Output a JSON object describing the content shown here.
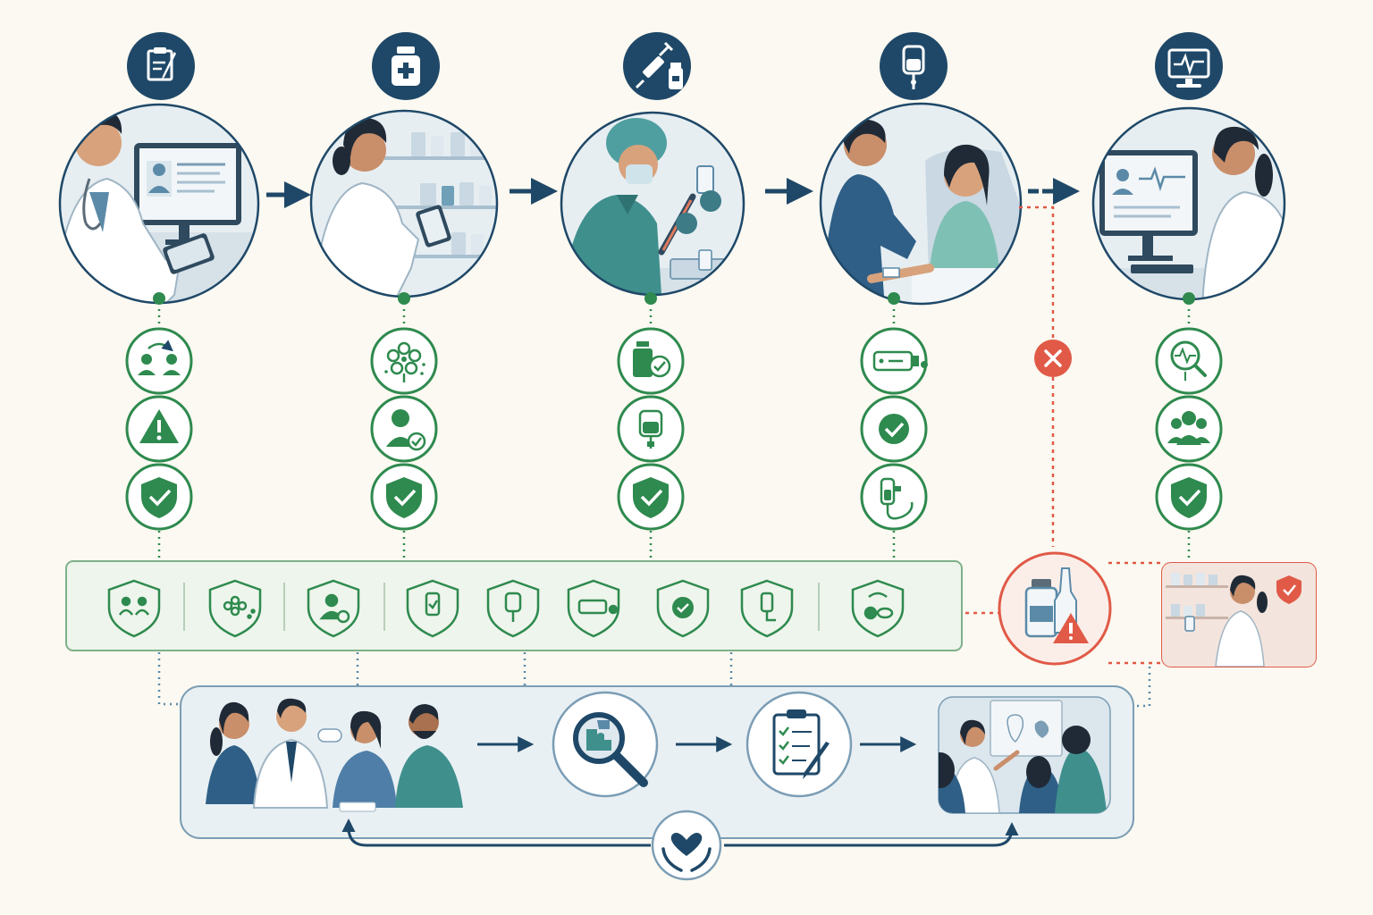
{
  "colors": {
    "navy": "#1f4868",
    "steel": "#5b8aa8",
    "green": "#2e8a4e",
    "green_light": "#eef5ec",
    "red": "#e05a47",
    "red_light": "#fbeee9",
    "panel_blue": "#e9f0f3",
    "background": "#fbf9f1"
  },
  "stages": [
    {
      "key": "prescribing",
      "badge_icon": "clipboard-pen-icon",
      "scene": "doctor-at-computer-with-tablet",
      "checks": [
        "patient-handoff-icon",
        "warning-triangle-icon",
        "shield-check-icon"
      ]
    },
    {
      "key": "dispensing",
      "badge_icon": "medicine-bottle-icon",
      "scene": "pharmacist-with-tablet-at-shelves",
      "checks": [
        "allergy-flower-icon",
        "patient-verified-icon",
        "shield-check-icon"
      ]
    },
    {
      "key": "preparation",
      "badge_icon": "syringe-vial-icon",
      "scene": "nurse-drawing-syringe",
      "checks": [
        "vial-check-icon",
        "iv-bag-icon",
        "shield-check-icon"
      ]
    },
    {
      "key": "administration",
      "badge_icon": "iv-drip-icon",
      "scene": "nurse-with-patient-in-bed",
      "checks": [
        "wristband-scan-icon",
        "check-circle-icon",
        "infusion-pump-icon"
      ]
    },
    {
      "key": "monitoring",
      "badge_icon": "heart-monitor-icon",
      "scene": "clinician-viewing-monitor",
      "checks": [
        "monitor-magnifier-icon",
        "team-icon",
        "shield-check-icon"
      ]
    }
  ],
  "safeguards_bar": [
    "shield-team-icon",
    "shield-allergy-icon",
    "shield-patient-icon",
    "shield-vial-icon",
    "shield-iv-bag-icon",
    "shield-wristband-icon",
    "shield-check-icon",
    "shield-infusion-icon",
    "shield-pills-icon"
  ],
  "error_path": {
    "marker_icon": "error-x-icon",
    "alert_icon": "vial-warning-icon",
    "interception_scene": "pharmacist-holding-vial",
    "interception_icon": "shield-check-icon"
  },
  "learning_loop": {
    "steps": [
      "team-discussion",
      "root-cause-magnifier-icon",
      "action-plan-clipboard-icon",
      "team-presentation"
    ],
    "feedback_icon": "hands-heart-icon"
  }
}
